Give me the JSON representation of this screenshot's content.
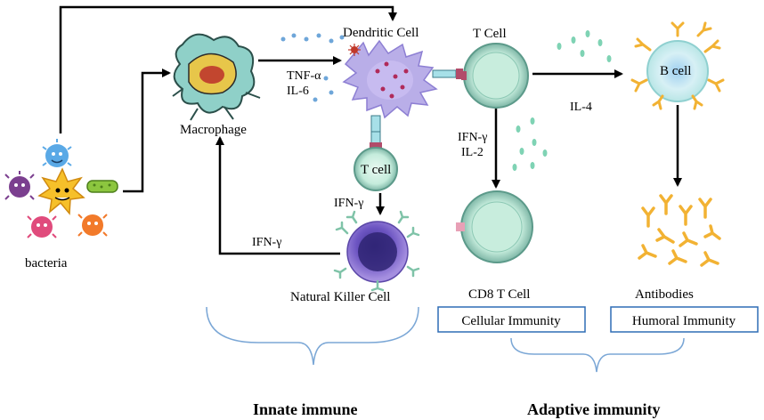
{
  "labels": {
    "bacteria": "bacteria",
    "macrophage": "Macrophage",
    "dendritic_cell": "Dendritic Cell",
    "t_cell_top": "T Cell",
    "b_cell": "B cell",
    "t_cell_small": "T cell",
    "nk_cell": "Natural Killer Cell",
    "cd8_t_cell": "CD8 T Cell",
    "antibodies": "Antibodies"
  },
  "cytokines": {
    "tnf_alpha": "TNF-α",
    "il6": "IL-6",
    "il4": "IL-4",
    "ifn_gamma_t": "IFN-γ",
    "il2": "IL-2",
    "ifn_gamma_tcell": "IFN-γ",
    "ifn_gamma_nk": "IFN-γ"
  },
  "boxes": {
    "cellular": "Cellular Immunity",
    "humoral": "Humoral Immunity"
  },
  "groups": {
    "innate": "Innate immune",
    "adaptive": "Adaptive immunity"
  },
  "colors": {
    "arrow": "#000000",
    "box_border": "#2f6db5",
    "brace": "#7ba7d6",
    "dot_blue": "#6ea6d9",
    "dot_green": "#7fd3b4",
    "antibody": "#f2b233",
    "t_cell_fill": "#cdeee0",
    "dendritic_fill": "#b7a8e8",
    "nk_fill": "#7e63c9"
  }
}
